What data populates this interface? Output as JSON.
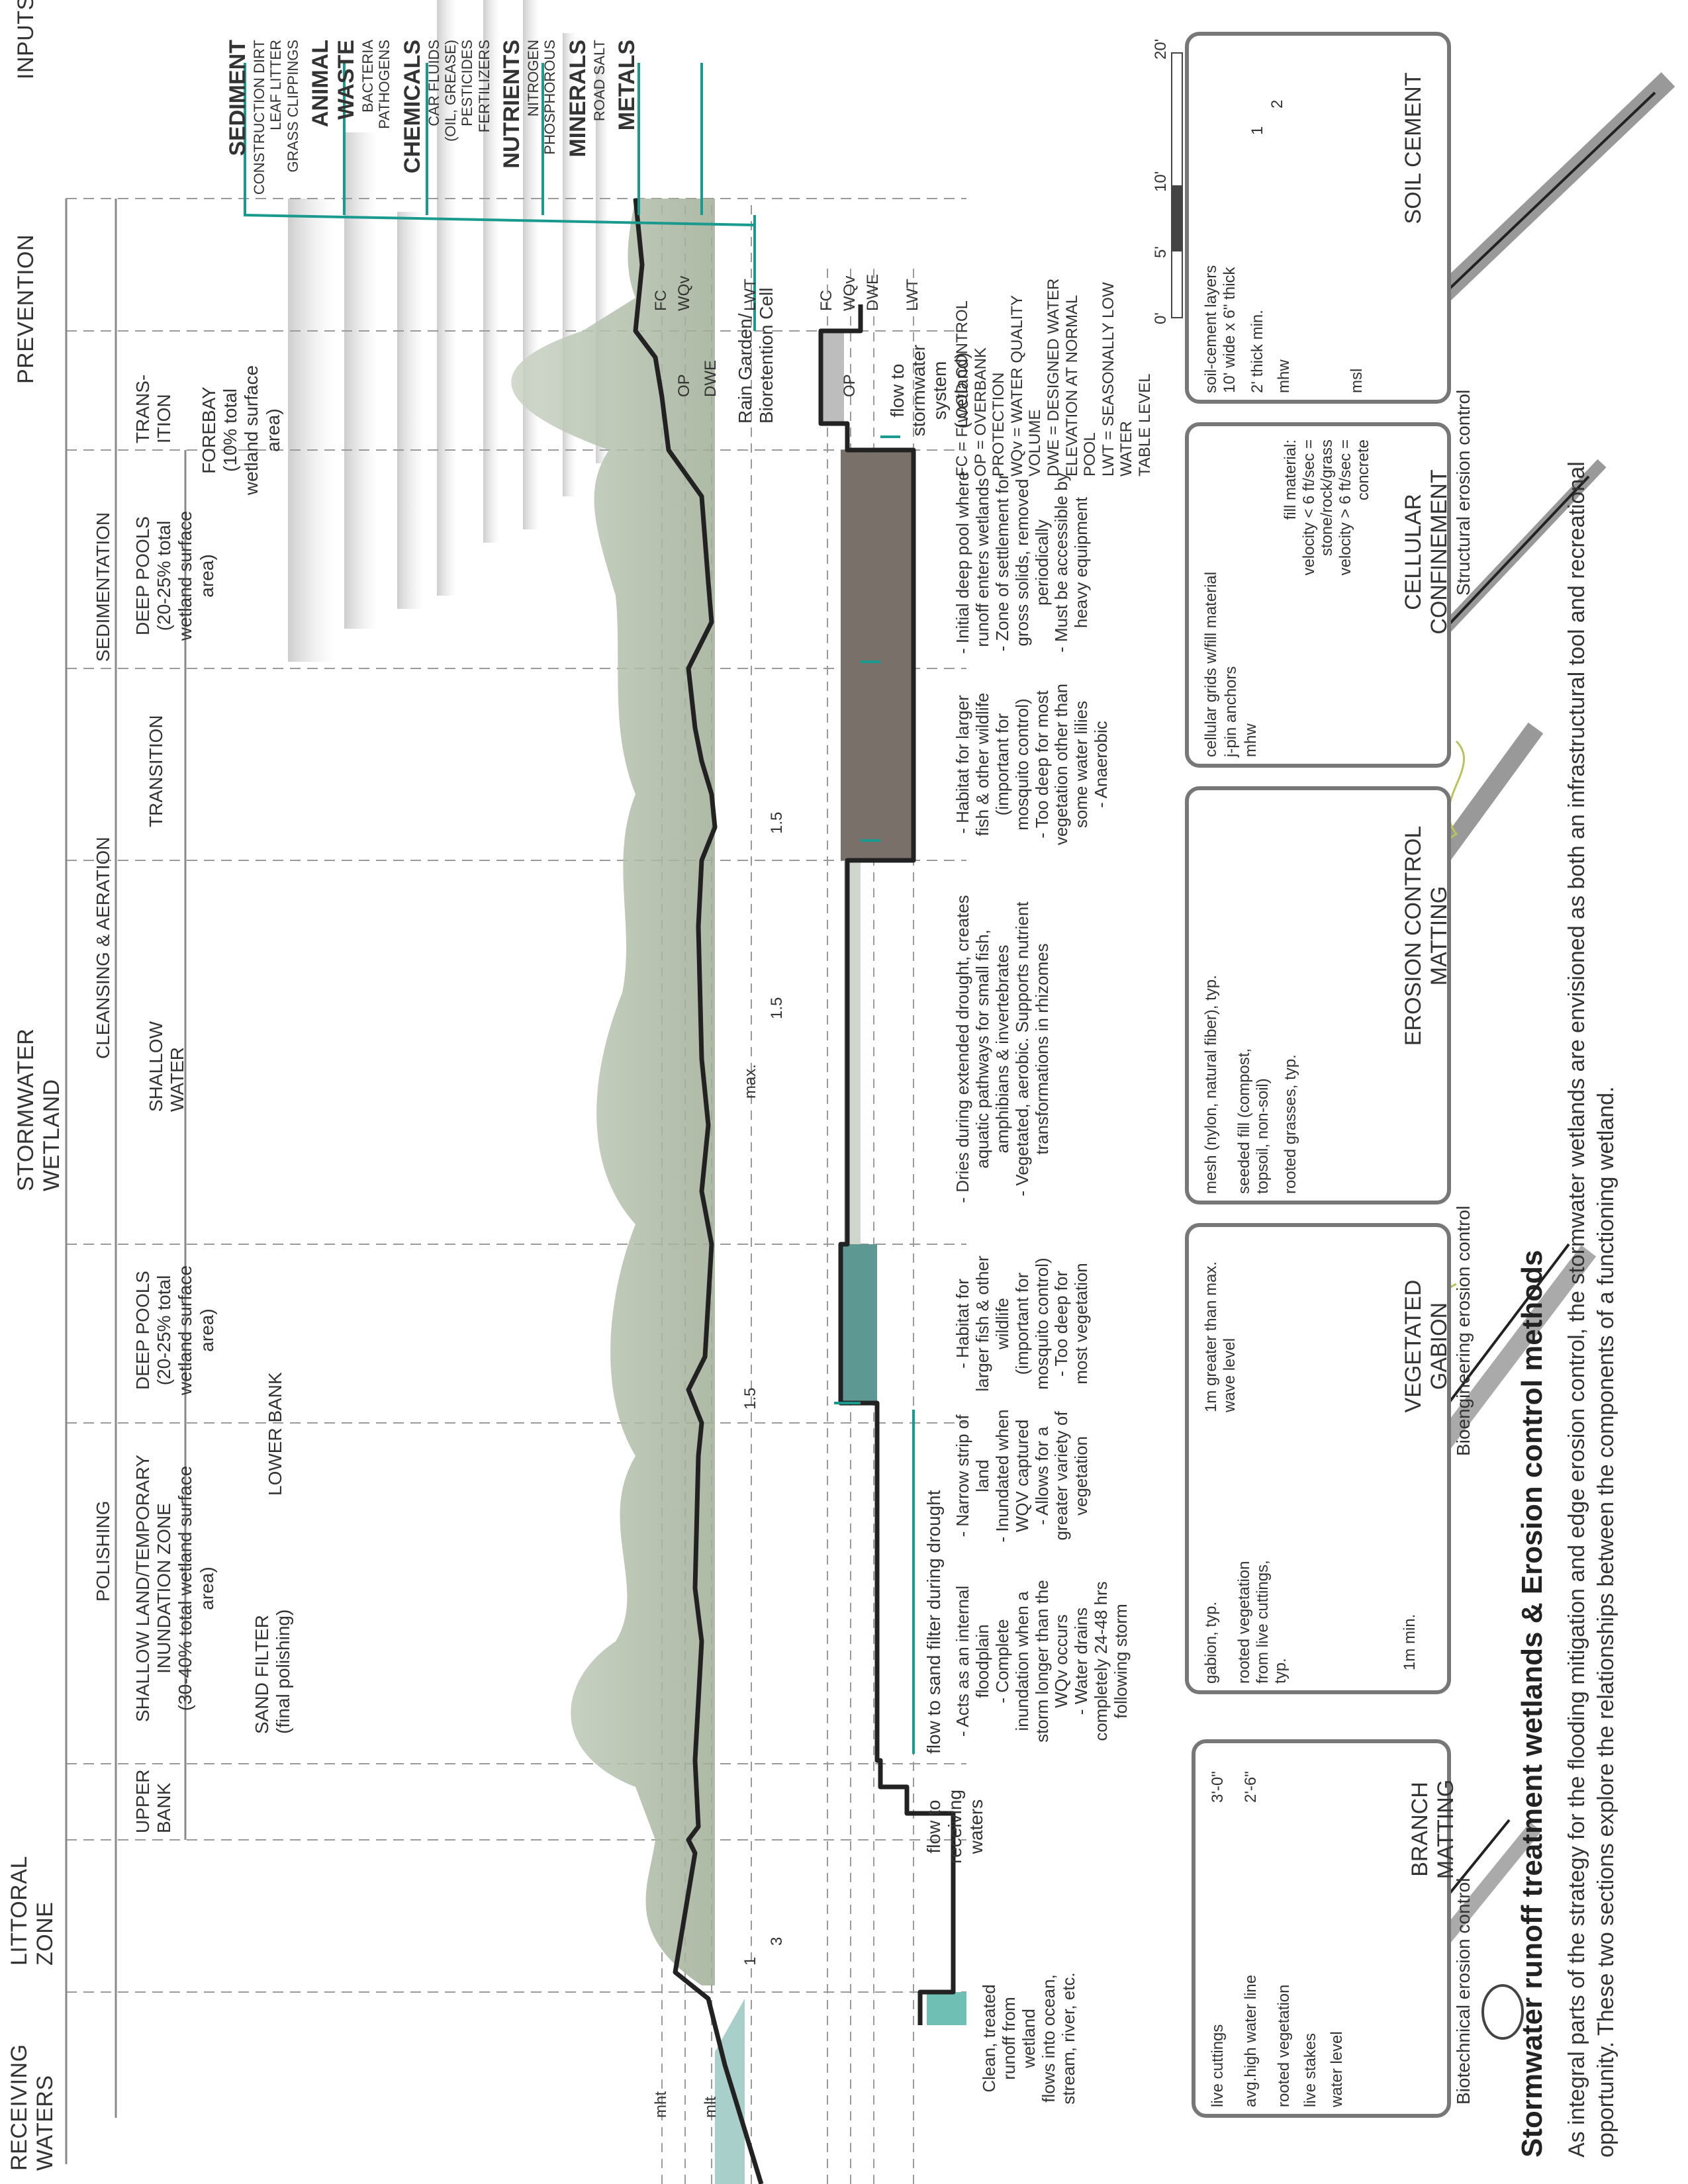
{
  "zones": {
    "receiving": "RECEIVING WATERS",
    "littoral": "LITTORAL ZONE",
    "wetland": "STORMWATER WETLAND",
    "prevention": "PREVENTION",
    "inputs": "INPUTS"
  },
  "process": {
    "polishing": "POLISHING",
    "cleansing": "CLEANSING & AERATION",
    "sedimentation": "SEDIMENTATION",
    "transition": "TRANS-\nITION"
  },
  "subzones": {
    "upper_bank": "UPPER\nBANK",
    "shallow_land": "SHALLOW LAND/TEMPORARY\nINUNDATION ZONE\n(30-40% total wetland surface area)",
    "deep_pools_1": "DEEP POOLS\n(20-25% total\nwetland surface\narea)",
    "shallow_water": "SHALLOW WATER",
    "transition": "TRANSITION",
    "deep_pools_2": "DEEP POOLS\n(20-25% total\nwetland surface area)",
    "forebay": "FOREBAY\n(10% total\nwetland surface\narea)",
    "sand_filter": "SAND FILTER\n(final polishing)",
    "lower_bank": "LOWER BANK"
  },
  "inputs": [
    {
      "category": "SEDIMENT",
      "items": [
        "CONSTRUCTION DIRT",
        "LEAF LITTER",
        "GRASS CLIPPINGS"
      ]
    },
    {
      "category": "ANIMAL WASTE",
      "items": [
        "BACTERIA",
        "PATHOGENS"
      ]
    },
    {
      "category": "CHEMICALS",
      "items": [
        "CAR FLUIDS",
        "(OIL, GREASE)",
        "PESTICIDES",
        "FERTILIZERS"
      ]
    },
    {
      "category": "NUTRIENTS",
      "items": [
        "NITROGEN",
        "PHOSPHOROUS"
      ]
    },
    {
      "category": "MINERALS",
      "items": [
        "ROAD SALT"
      ]
    },
    {
      "category": "METALS",
      "items": []
    }
  ],
  "levels": {
    "mht": "mht",
    "mlt": "mlt",
    "fc": "FC",
    "wqv": "WQv",
    "op": "OP",
    "dwe": "DWE",
    "lwt": "LWT"
  },
  "legend": [
    "FC = FLOOD CONTROL",
    "OP = OVERBANK PROTECTION",
    "WQv = WATER QUALITY VOLUME",
    "DWE = DESIGNED WATER",
    "ELEVATION AT NORMAL",
    "POOL",
    "LWT = SEASONALLY LOW WATER",
    "TABLE LEVEL"
  ],
  "scale": {
    "ticks": [
      "0'",
      "5'",
      "10'",
      "20'"
    ]
  },
  "slopes": {
    "one": "1",
    "three": "3",
    "one_five": "1.5",
    "max": "max."
  },
  "section_labels": {
    "rain_garden": "Rain Garden/\nBioretention Cell",
    "flow_to_wetland": "flow to\nstormwater\nsystem\n(wetland)",
    "flow_to_sand": "flow to sand filter during drought",
    "flow_to_receiving": "flow to receiving\nwaters"
  },
  "notes": {
    "receiving": "Clean, treated\nrunoff from\nwetland\nflows into ocean,\nstream, river, etc.",
    "polishing": "- Acts as an internal\nfloodplain\n- Complete\ninundation when a\nstorm longer than the\nWQv occurs\n- Water drains\ncompletely 24-48 hrs\nfollowing storm",
    "lower_bank": "- Narrow strip of\nland\n- Inundated when\nWQV captured\n- Allows for a\ngreater variety of\nvegetation",
    "deep1": "- Habitat for\nlarger fish & other\nwildlife\n(important for\nmosquito control)\n- Too deep for\nmost vegetation",
    "shallow": "- Dries during extended drought, creates\naquatic pathways for small fish,\namphibians & invertebrates\n- Vegetated, aerobic. Supports nutrient\ntransformations in rhizomes",
    "deep2": "- Habitat for larger\nfish & other wildlife\n(important for\nmosquito control)\n- Too deep for most\nvegetation other than\nsome water lilies\n- Anaerobic",
    "forebay": "- Initial deep pool where\nrunoff enters wetlands\n- Zone of settlement for\ngross solids, removed\nperiodically\n- Must be accessible by\nheavy equipment"
  },
  "details": [
    {
      "title": "BRANCH MATTING",
      "labels": [
        "live cuttings",
        "avg.high water line",
        "rooted vegetation",
        "live stakes",
        "water level",
        "3'-0\"",
        "2'-6\""
      ]
    },
    {
      "title": "VEGETATED GABION",
      "labels": [
        "gabion, typ.",
        "rooted vegetation\nfrom live cuttings,\ntyp.",
        "1m min.",
        "1m greater than max.\nwave level"
      ]
    },
    {
      "title": "EROSION CONTROL MATTING",
      "labels": [
        "mesh (nylon, natural fiber), typ.",
        "seeded fill (compost,\ntopsoil, non-soil)",
        "rooted grasses, typ."
      ]
    },
    {
      "title": "CELLULAR CONFINEMENT",
      "labels": [
        "cellular grids w/fill material",
        "j-pin anchors",
        "mhw",
        "fill material:\nvelocity < 6 ft/sec =\nstone/rock/grass\nvelocity > 6 ft/sec =\nconcrete"
      ]
    },
    {
      "title": "SOIL CEMENT",
      "labels": [
        "soil-cement layers\n10' wide x 6\" thick",
        "2' thick min.",
        "mhw",
        "msl",
        "1",
        "2"
      ]
    }
  ],
  "groups": {
    "biotechnical": "Biotechnical erosion control",
    "bioengineering": "Bioengineering erosion control",
    "structural": "Structural erosion control"
  },
  "caption": {
    "title": "Stormwater runoff treatment wetlands & Erosion control methods",
    "body": "As integral parts of the strategy for the flooding mitigation and edge erosion control, the stormwater wetlands are envisioned as both an infrastructural tool and recreational opportunity. These two sections explore the relationships between the components of a functioning wetland."
  },
  "colors": {
    "teal": "#1a9a8e",
    "water": "#6fbfb5",
    "pool": "#7a706a",
    "line": "#222222",
    "grey": "#888888"
  }
}
